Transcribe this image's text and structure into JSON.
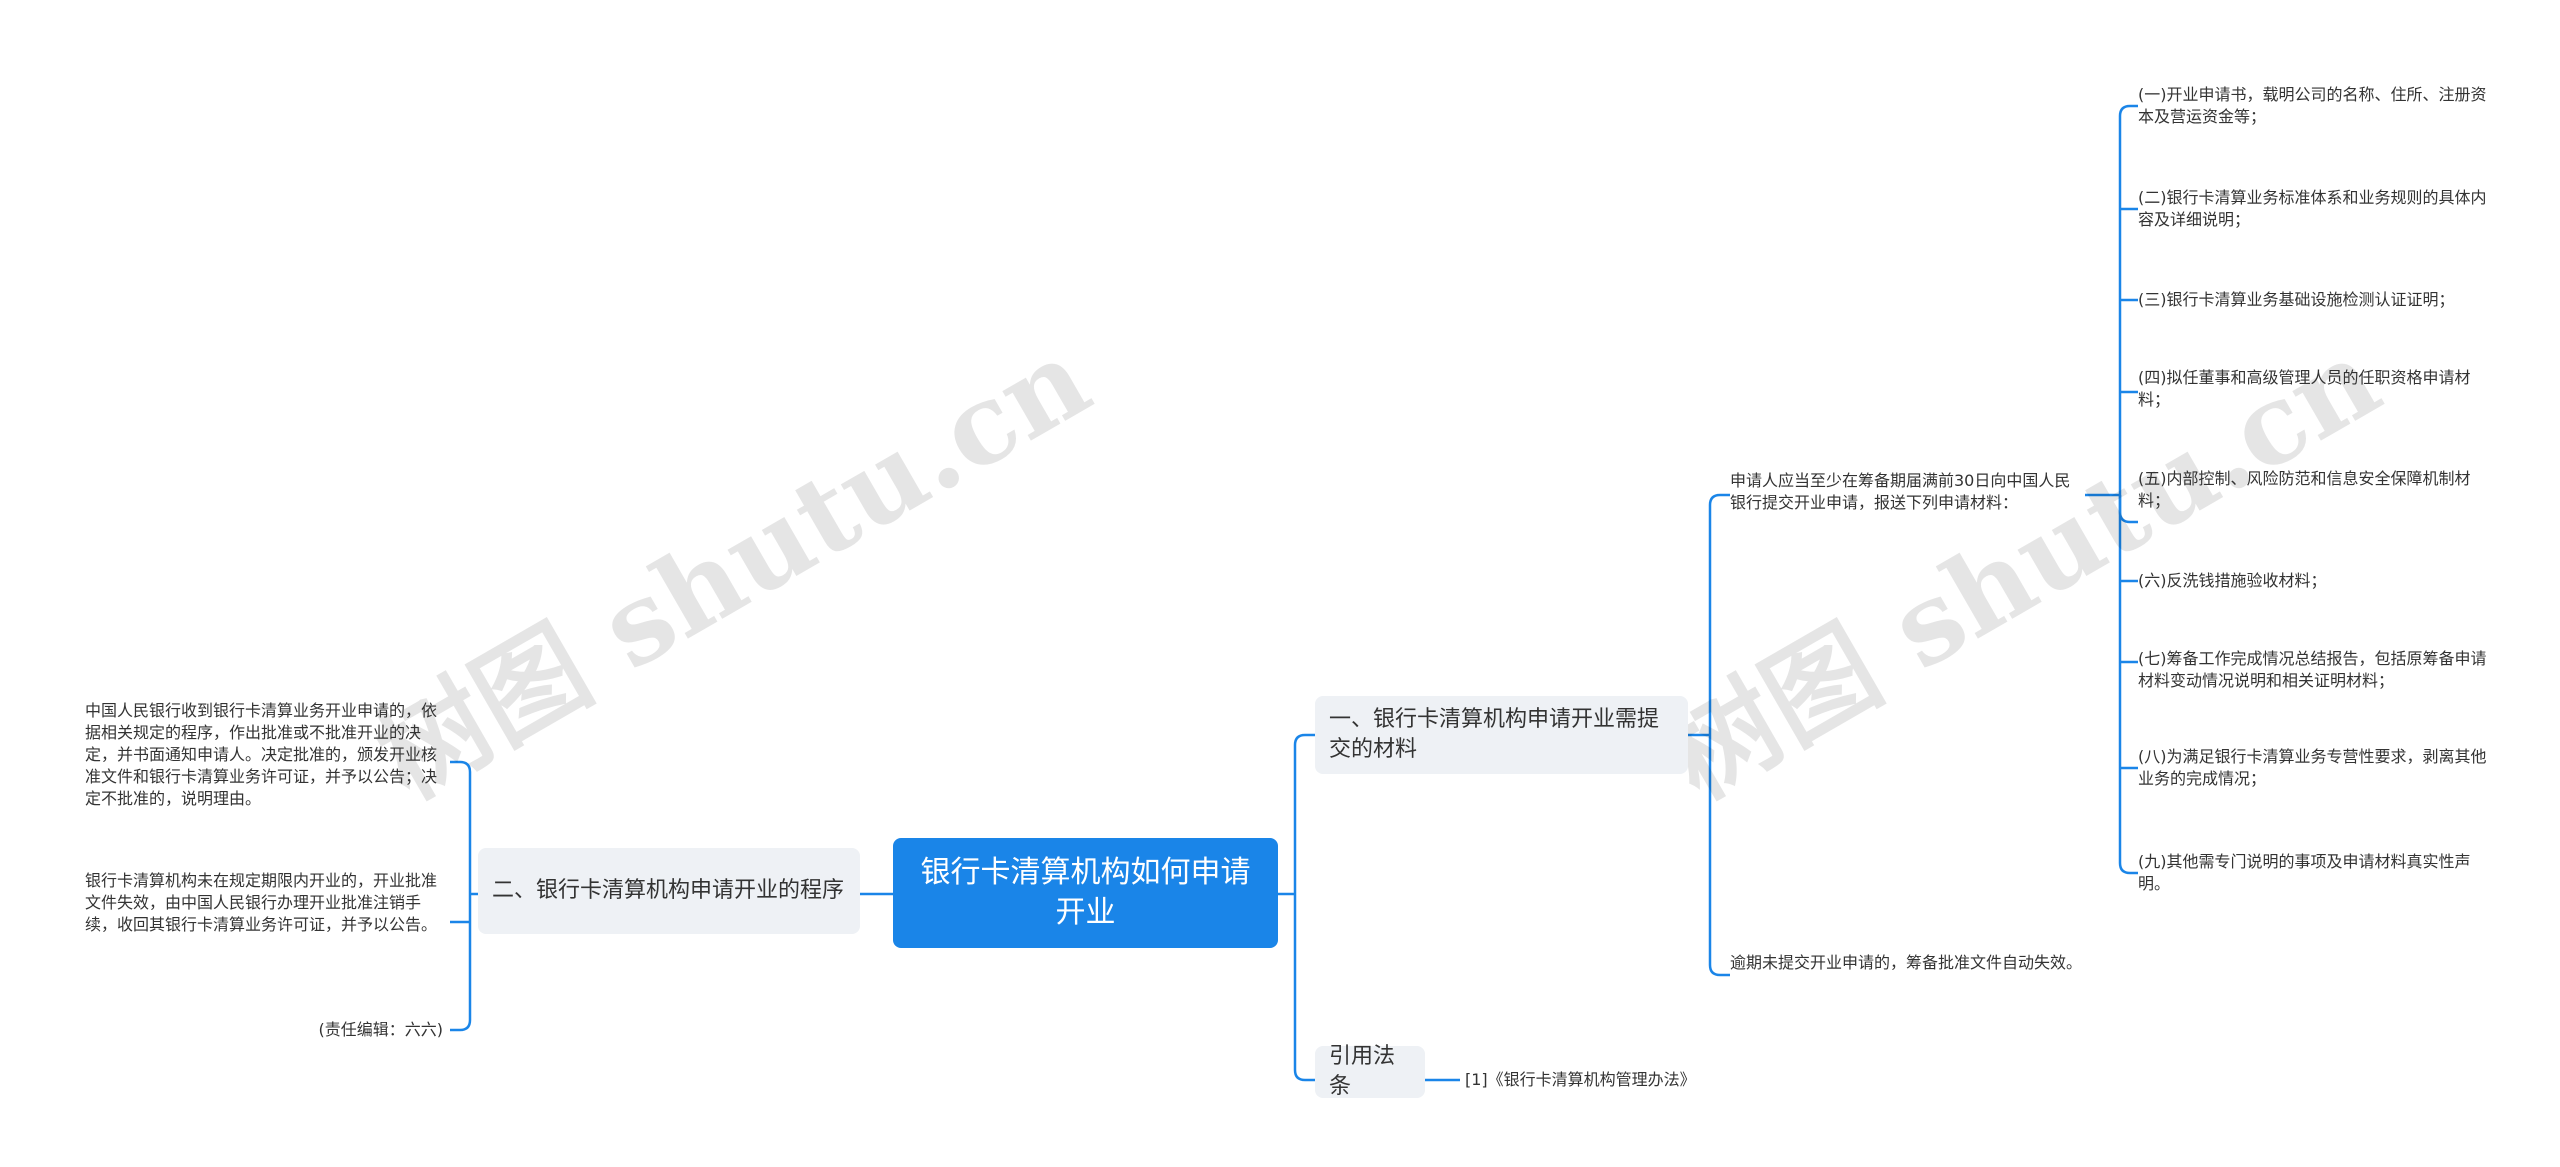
{
  "root": {
    "label": "银行卡清算机构如何申请开业"
  },
  "left": {
    "branch": {
      "label": "二、银行卡清算机构申请开业的程序"
    },
    "leaves": [
      "中国人民银行收到银行卡清算业务开业申请的，依据相关规定的程序，作出批准或不批准开业的决定，并书面通知申请人。决定批准的，颁发开业核准文件和银行卡清算业务许可证，并予以公告；决定不批准的，说明理由。",
      "银行卡清算机构未在规定期限内开业的，开业批准文件失效，由中国人民银行办理开业批准注销手续，收回其银行卡清算业务许可证，并予以公告。",
      "(责任编辑：六六)"
    ]
  },
  "right": {
    "branch1": {
      "label": "一、银行卡清算机构申请开业需提交的材料",
      "sub1": {
        "label": "申请人应当至少在筹备期届满前30日向中国人民银行提交开业申请，报送下列申请材料：",
        "items": [
          "(一)开业申请书，载明公司的名称、住所、注册资本及营运资金等；",
          "(二)银行卡清算业务标准体系和业务规则的具体内容及详细说明；",
          "(三)银行卡清算业务基础设施检测认证证明；",
          "(四)拟任董事和高级管理人员的任职资格申请材料；",
          "(五)内部控制、风险防范和信息安全保障机制材料；",
          "(六)反洗钱措施验收材料；",
          "(七)筹备工作完成情况总结报告，包括原筹备申请材料变动情况说明和相关证明材料；",
          "(八)为满足银行卡清算业务专营性要求，剥离其他业务的完成情况；",
          "(九)其他需专门说明的事项及申请材料真实性声明。"
        ]
      },
      "sub2": {
        "label": "逾期未提交开业申请的，筹备批准文件自动失效。"
      }
    },
    "branch2": {
      "label": "引用法条",
      "leaf": "[1]《银行卡清算机构管理办法》"
    }
  },
  "watermarks": [
    "树图 shutu.cn",
    "树图 shutu.cn"
  ],
  "colors": {
    "root": "#1a85e8",
    "line": "#1a85e8",
    "branch_bg": "#eef1f5"
  }
}
